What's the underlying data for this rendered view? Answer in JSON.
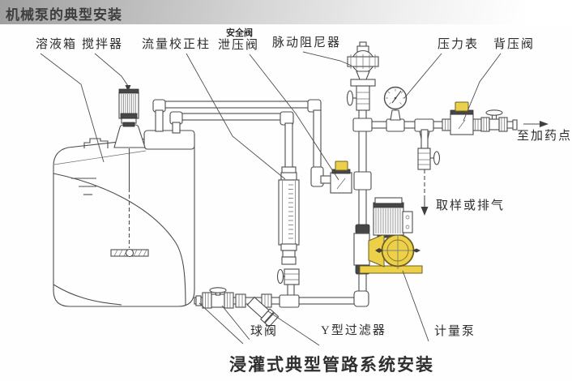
{
  "header": {
    "title": "机械泵的典型安装"
  },
  "caption": "浸灌式典型管路系统安装",
  "labels": {
    "solution_tank": "溶液箱",
    "agitator": "搅拌器",
    "flow_calibration_column": "流量校正柱",
    "safety_valve": "安全阀",
    "relief_valve": "泄压阀",
    "pulsation_damper": "脉动阻尼器",
    "pressure_gauge": "压力表",
    "back_pressure_valve": "背压阀",
    "to_dosing_point": "至加药点",
    "sampling_or_venting": "取样或排气",
    "ball_valve": "球阀",
    "y_strainer": "Y型过滤器",
    "metering_pump": "计量泵"
  },
  "colors": {
    "accent_yellow": "#ecd04a",
    "line": "#4d4d4d",
    "header_gray": "#a6a6a6"
  }
}
